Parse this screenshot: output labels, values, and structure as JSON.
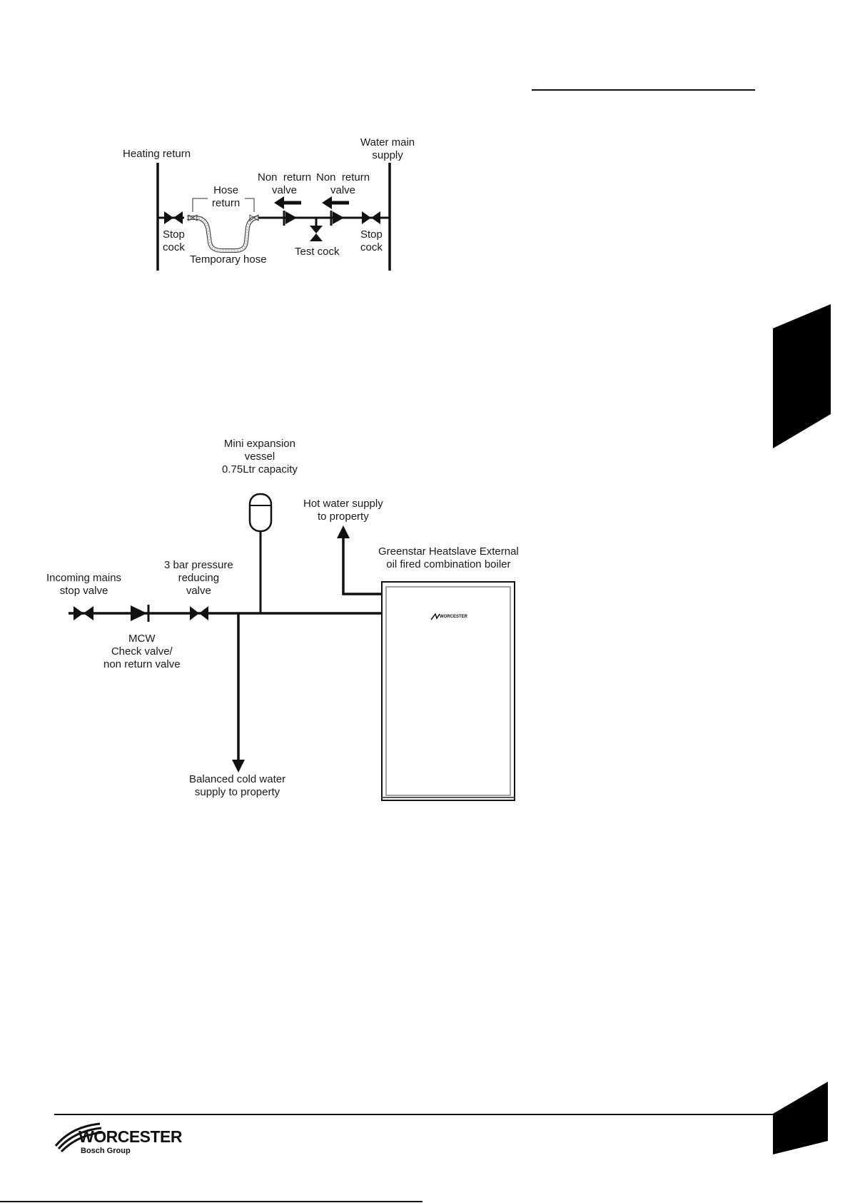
{
  "diagram1": {
    "labels": {
      "heating_return": "Heating return",
      "water_main": "Water main\nsupply",
      "hose_return": "Hose\nreturn",
      "nrv1": "Non  return\nvalve",
      "nrv2": "Non  return\nvalve",
      "stop_cock_left": "Stop\ncock",
      "stop_cock_right": "Stop\ncock",
      "test_cock": "Test cock",
      "temporary_hose": "Temporary hose"
    }
  },
  "diagram2": {
    "labels": {
      "expansion_vessel": "Mini expansion\nvessel\n0.75Ltr capacity",
      "hot_water": "Hot water supply\nto property",
      "boiler": "Greenstar Heatslave External\noil fired combination boiler",
      "incoming_mains": "Incoming mains\nstop valve",
      "prv": "3 bar pressure\nreducing\nvalve",
      "mcw": "MCW\nCheck valve/\nnon return valve",
      "cold_water": "Balanced cold water\nsupply to property"
    },
    "boiler_brand": "WORCESTER"
  },
  "footer": {
    "brand": "WORCESTER",
    "group": "Bosch Group"
  }
}
